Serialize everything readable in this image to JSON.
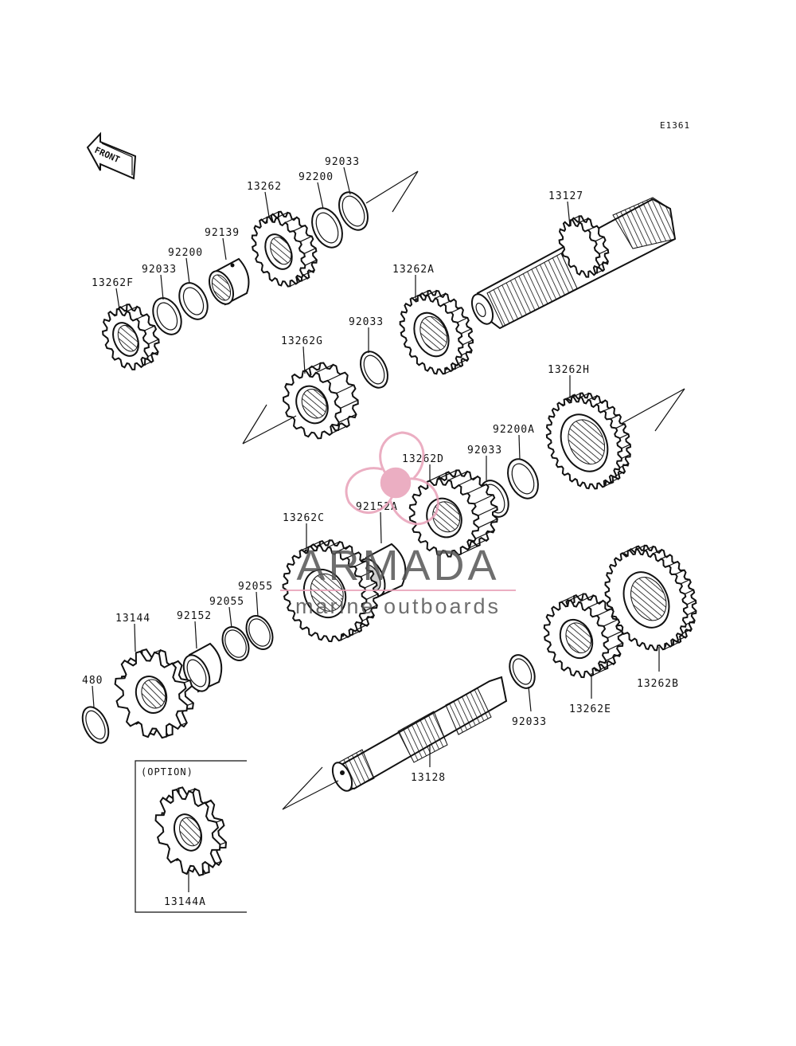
{
  "diagram": {
    "code": "E1361",
    "front_label": "FRONT",
    "option_label": "(OPTION)"
  },
  "labels": [
    {
      "id": "92033-a",
      "text": "92033"
    },
    {
      "id": "92200-a",
      "text": "92200"
    },
    {
      "id": "13262",
      "text": "13262"
    },
    {
      "id": "92139",
      "text": "92139"
    },
    {
      "id": "92200-b",
      "text": "92200"
    },
    {
      "id": "92033-b",
      "text": "92033"
    },
    {
      "id": "13262F",
      "text": "13262F"
    },
    {
      "id": "13127",
      "text": "13127"
    },
    {
      "id": "13262A",
      "text": "13262A"
    },
    {
      "id": "92033-c",
      "text": "92033"
    },
    {
      "id": "13262G",
      "text": "13262G"
    },
    {
      "id": "13262H",
      "text": "13262H"
    },
    {
      "id": "92200A",
      "text": "92200A"
    },
    {
      "id": "92033-d",
      "text": "92033"
    },
    {
      "id": "13262D",
      "text": "13262D"
    },
    {
      "id": "92152A",
      "text": "92152A"
    },
    {
      "id": "13262C",
      "text": "13262C"
    },
    {
      "id": "92055-a",
      "text": "92055"
    },
    {
      "id": "92055-b",
      "text": "92055"
    },
    {
      "id": "92152",
      "text": "92152"
    },
    {
      "id": "13144",
      "text": "13144"
    },
    {
      "id": "480",
      "text": "480"
    },
    {
      "id": "13262B",
      "text": "13262B"
    },
    {
      "id": "92033-e",
      "text": "92033"
    },
    {
      "id": "13262E",
      "text": "13262E"
    },
    {
      "id": "13128",
      "text": "13128"
    },
    {
      "id": "13144A",
      "text": "13144A"
    }
  ],
  "watermark": {
    "brand": "ARMADA",
    "tagline": "marine outboards",
    "accent_color": "#e8a0b8",
    "text_color": "#555555"
  }
}
